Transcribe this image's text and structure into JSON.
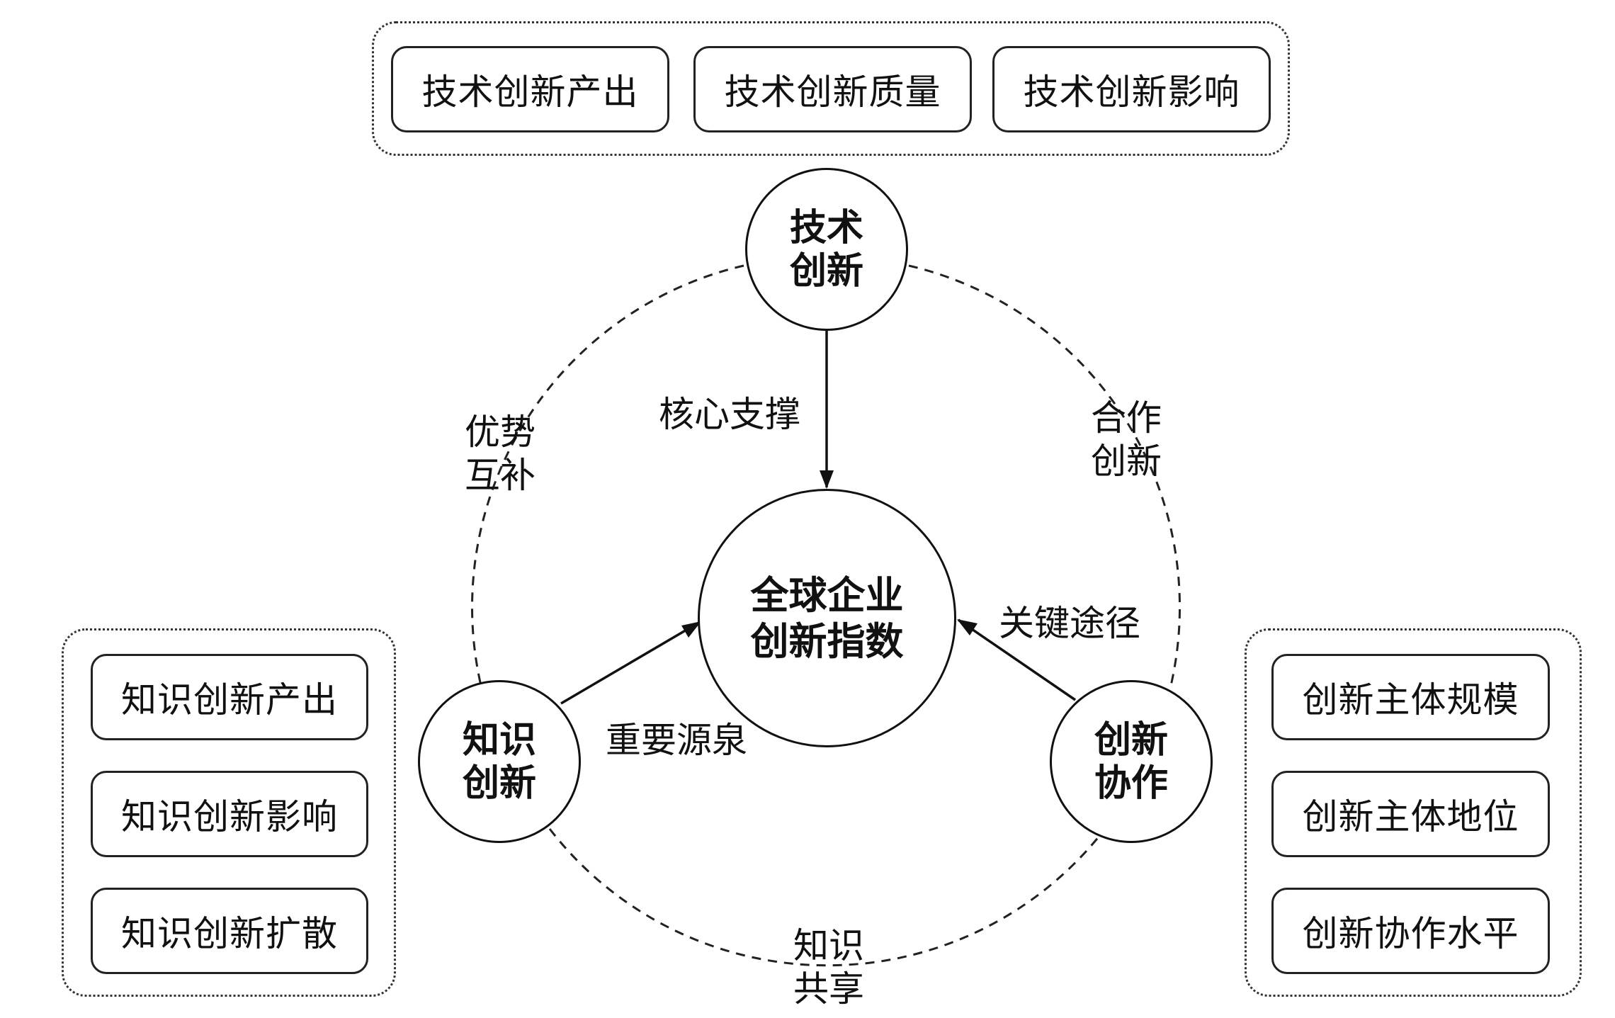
{
  "groups": {
    "tech": {
      "items": [
        "技术创新产出",
        "技术创新质量",
        "技术创新影响"
      ]
    },
    "knowledge": {
      "items": [
        "知识创新产出",
        "知识创新影响",
        "知识创新扩散"
      ]
    },
    "collab": {
      "items": [
        "创新主体规模",
        "创新主体地位",
        "创新协作水平"
      ]
    }
  },
  "nodes": {
    "center": {
      "line1": "全球企业",
      "line2": "创新指数"
    },
    "tech": {
      "line1": "技术",
      "line2": "创新"
    },
    "knowledge": {
      "line1": "知识",
      "line2": "创新"
    },
    "collab": {
      "line1": "创新",
      "line2": "协作"
    }
  },
  "edges": {
    "core_support": "核心支撑",
    "important_source": "重要源泉",
    "key_path": "关键途径"
  },
  "arcs": {
    "complement": {
      "line1": "优势",
      "line2": "互补"
    },
    "cooperation": {
      "line1": "合作",
      "line2": "创新"
    },
    "sharing": {
      "line1": "知识",
      "line2": "共享"
    }
  }
}
